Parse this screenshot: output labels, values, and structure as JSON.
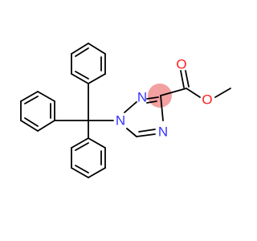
{
  "molecule": {
    "colors": {
      "bond": "#000000",
      "nitrogen": "#3333ff",
      "oxygen": "#ff2020",
      "highlight": "#f2a0a0",
      "background": "#ffffff"
    },
    "atoms": {
      "n1": "N",
      "n2": "N",
      "n4": "N",
      "o_carbonyl": "O",
      "o_ester": "O"
    }
  }
}
